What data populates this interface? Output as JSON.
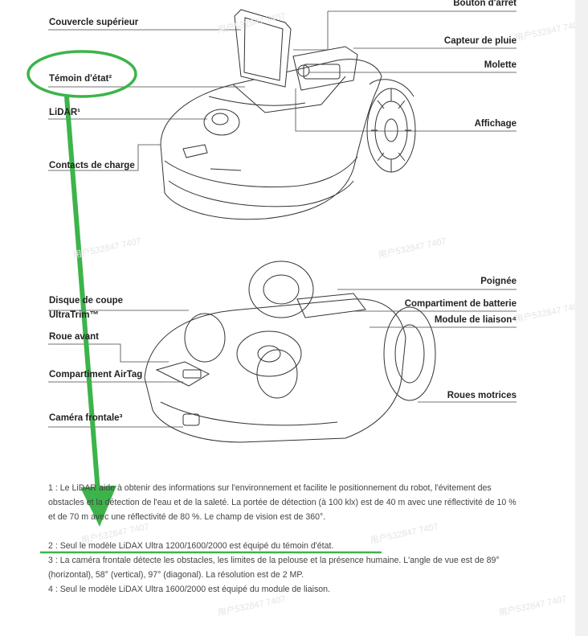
{
  "labels_top": {
    "couvercle": "Couvercle supérieur",
    "temoin": "Témoin d'état²",
    "lidar": "LiDAR¹",
    "contacts": "Contacts de charge",
    "bouton": "Bouton d'arrêt",
    "capteur": "Capteur de pluie",
    "molette": "Molette",
    "affichage": "Affichage"
  },
  "labels_bottom": {
    "disque_line1": "Disque de coupe",
    "disque_line2": "UltraTrim™",
    "roue_avant": "Roue avant",
    "airtag": "Compartiment AirTag",
    "camera": "Caméra frontale³",
    "poignee": "Poignée",
    "batterie": "Compartiment de batterie",
    "module": "Module de liaison⁴",
    "roues_motrices": "Roues motrices"
  },
  "notes": [
    "1 : Le LiDAR aide à obtenir des informations sur l'environnement et facilite le positionnement du robot, l'évitement des obstacles et la détection de l'eau et de la saleté. La portée de détection (à 100 klx) est de 40 m avec une réflectivité de 10 % et de 70 m avec une réflectivité de 80 %. Le champ de vision est de 360°.",
    "2 : Seul le modèle LiDAX Ultra 1200/1600/2000 est équipé du témoin d'état.",
    "3 : La caméra frontale détecte les obstacles, les limites de la pelouse et la présence humaine. L'angle de vue est de 89° (horizontal), 58° (vertical), 97° (diagonal). La résolution est de 2 MP.",
    "4 : Seul le modèle LiDAX Ultra 1600/2000 est équipé du module de liaison."
  ],
  "watermark": "用户532847 7407",
  "colors": {
    "annotation_green": "#3cb44a",
    "text": "#222222",
    "note_text": "#444444"
  }
}
